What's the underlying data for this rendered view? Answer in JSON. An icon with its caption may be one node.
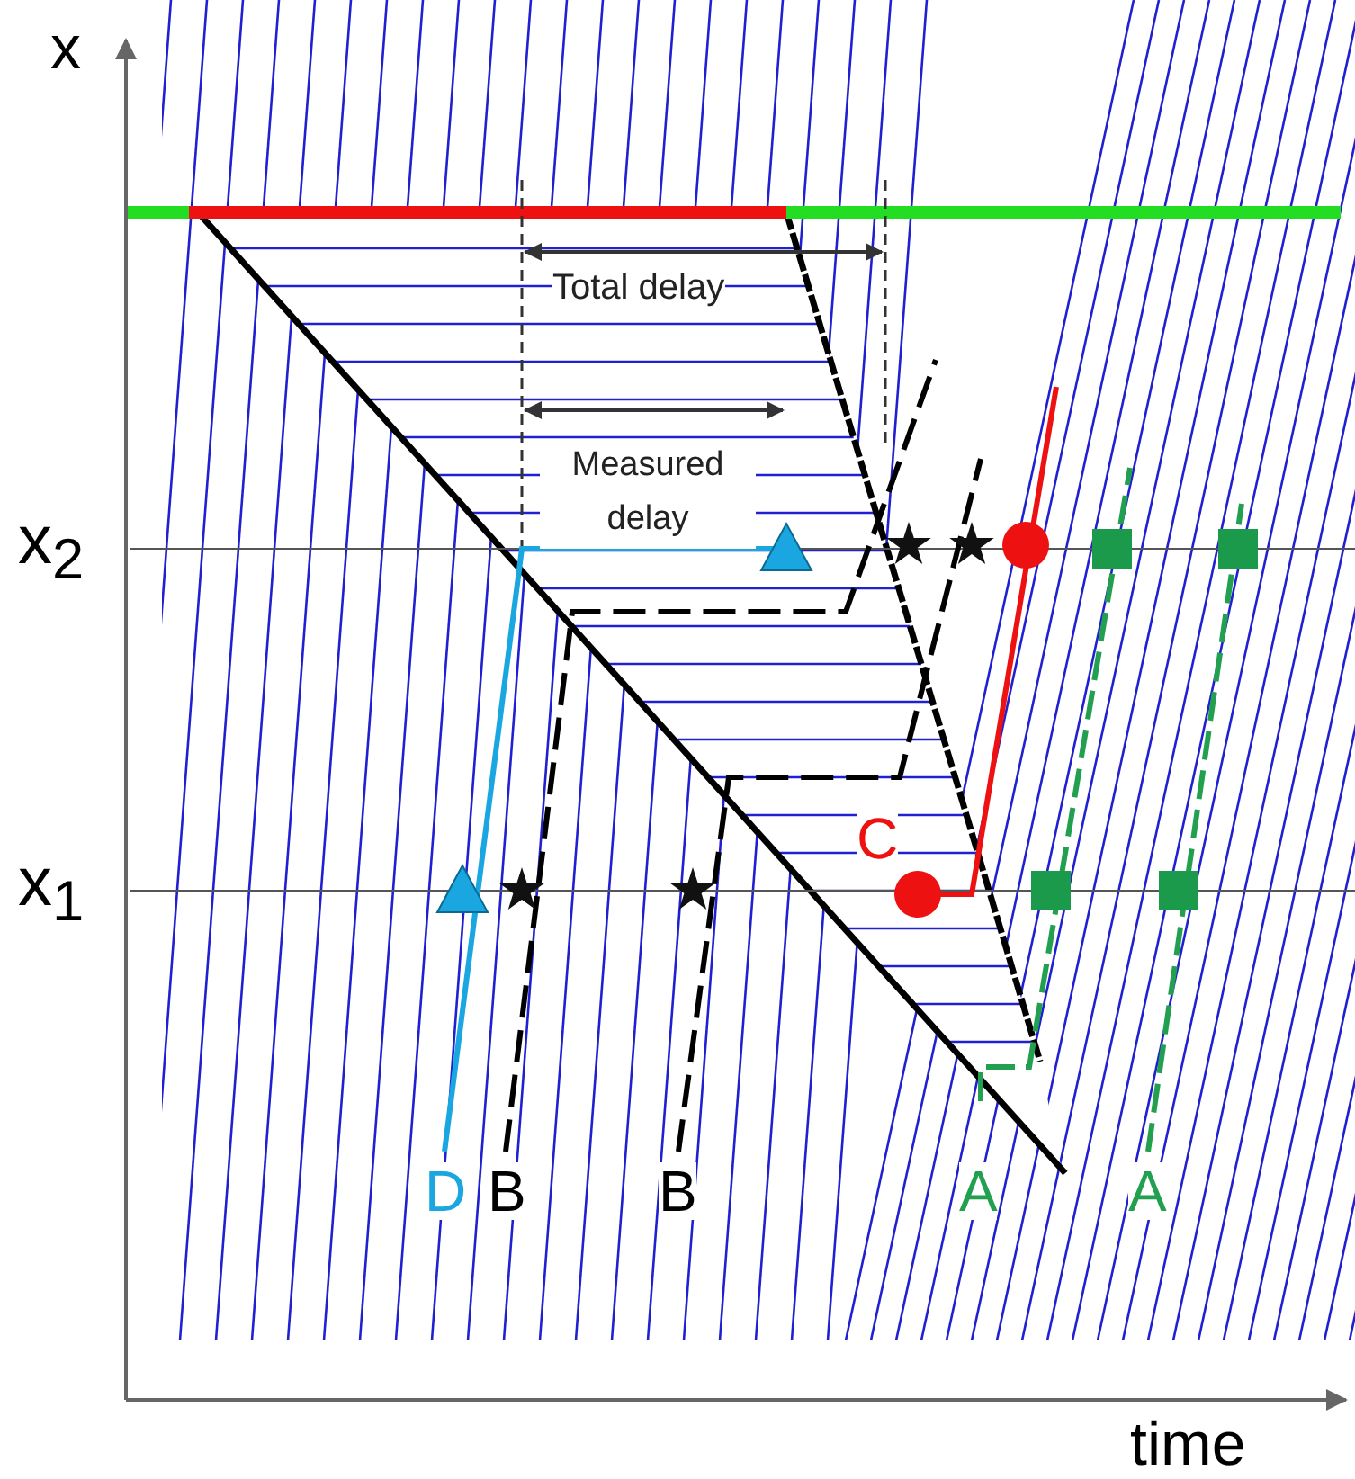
{
  "diagram": {
    "labels": [
      "x",
      "Total delay",
      "Measured delay",
      "x$_{2}$",
      "C",
      "x$_{1}$",
      "D",
      "B",
      "B",
      "A",
      "A",
      "time"
    ]
  }
}
